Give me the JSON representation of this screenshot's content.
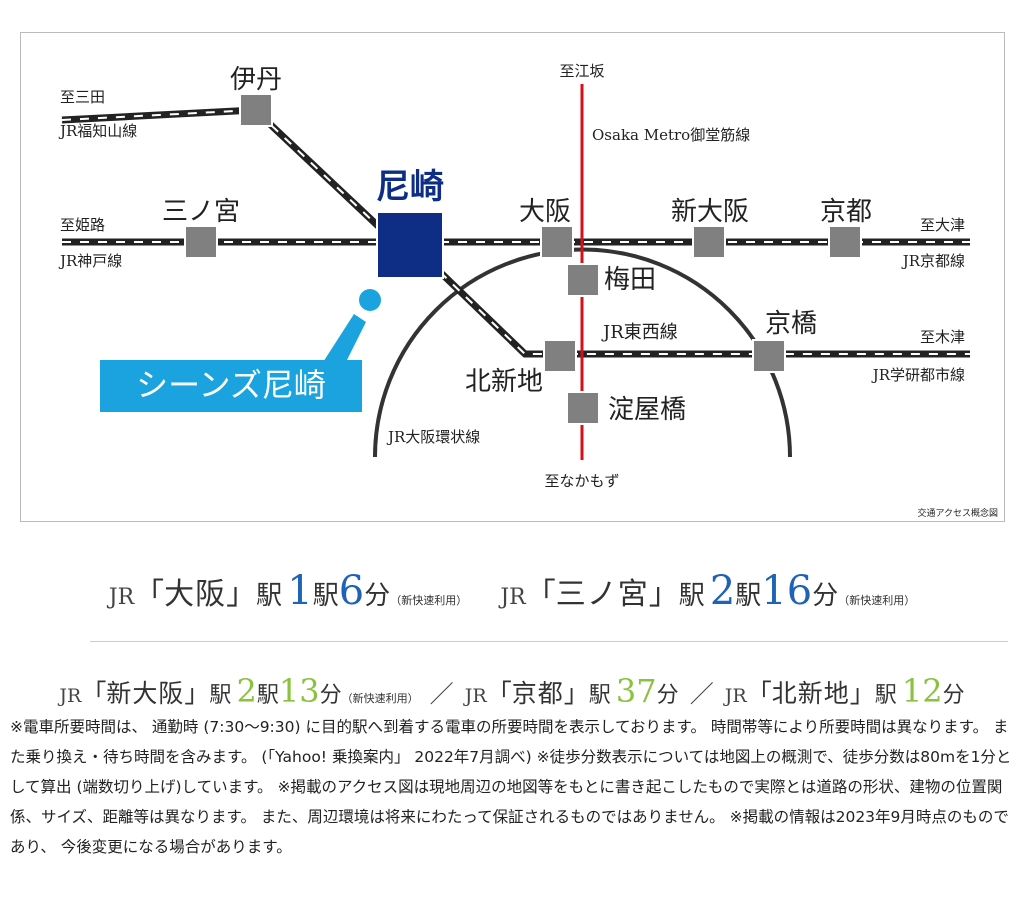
{
  "map": {
    "lines": {
      "jr_fukuchiyama": "JR福知山線",
      "jr_kobe": "JR神戸線",
      "jr_kyoto": "JR京都線",
      "jr_gakkentoshi": "JR学研都市線",
      "jr_tozai": "JR東西線",
      "jr_loop": "JR大阪環状線",
      "metro_midosuji": "Osaka Metro御堂筋線"
    },
    "directions": {
      "to_sanda": "至三田",
      "to_himeji": "至姫路",
      "to_otsu": "至大津",
      "to_kizu": "至木津",
      "to_esaka": "至江坂",
      "to_nakamozu": "至なかもず"
    },
    "stations": {
      "itami": "伊丹",
      "sannomiya": "三ノ宮",
      "amagasaki": "尼崎",
      "osaka": "大阪",
      "shinosaka": "新大阪",
      "kyoto": "京都",
      "umeda": "梅田",
      "kyobashi": "京橋",
      "kitashinchi": "北新地",
      "yodoyabashi": "淀屋橋"
    },
    "property": "シーンズ尼崎",
    "caption": "交通アクセス概念図",
    "colors": {
      "rail": "#222222",
      "metro": "#d0121b",
      "hub": "#0e2e86",
      "property": "#1ba3e0",
      "station": "#808080"
    }
  },
  "access": {
    "primary": [
      {
        "line": "JR",
        "open": "「",
        "station": "大阪",
        "close": "」",
        "suffix": "駅",
        "stops": "1",
        "stops_unit": "駅",
        "minutes": "6",
        "minutes_unit": "分",
        "note": "（新快速利用）"
      },
      {
        "line": "JR",
        "open": "「",
        "station": "三ノ宮",
        "close": "」",
        "suffix": "駅",
        "stops": "2",
        "stops_unit": "駅",
        "minutes": "16",
        "minutes_unit": "分",
        "note": "（新快速利用）"
      }
    ],
    "secondary": [
      {
        "line": "JR",
        "open": "「",
        "station": "新大阪",
        "close": "」",
        "suffix": "駅",
        "stops": "2",
        "stops_unit": "駅",
        "minutes": "13",
        "minutes_unit": "分",
        "note": "（新快速利用）"
      },
      {
        "line": "JR",
        "open": "「",
        "station": "京都",
        "close": "」",
        "suffix": "駅",
        "stops": "",
        "stops_unit": "",
        "minutes": "37",
        "minutes_unit": "分",
        "note": ""
      },
      {
        "line": "JR",
        "open": "「",
        "station": "北新地",
        "close": "」",
        "suffix": "駅",
        "stops": "",
        "stops_unit": "",
        "minutes": "12",
        "minutes_unit": "分",
        "note": ""
      }
    ],
    "separator": "／"
  },
  "notes": "※電車所要時間は、 通勤時 (7:30〜9:30) に目的駅へ到着する電車の所要時間を表示しております。 時間帯等により所要時間は異なります。 また乗り換え・待ち時間を含みます。 (「Yahoo! 乗換案内」 2022年7月調べ) ※徒歩分数表示については地図上の概測で、徒歩分数は80mを1分として算出 (端数切り上げ)しています。 ※掲載のアクセス図は現地周辺の地図等をもとに書き起こしたもので実際とは道路の形状、建物の位置関係、サイズ、距離等は異なります。 また、周辺環境は将来にわたって保証されるものではありません。 ※掲載の情報は2023年9月時点のものであり、 今後変更になる場合があります。"
}
